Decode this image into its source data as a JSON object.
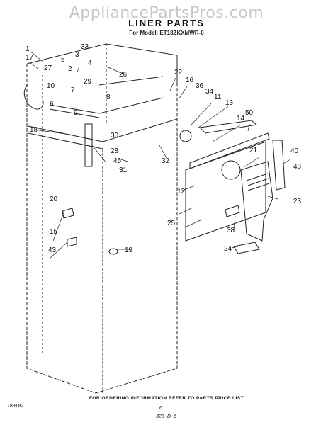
{
  "watermark": "AppliancePartsPros.com",
  "title": "LINER PARTS",
  "model_line": "For Model: ET18ZKXMWR-0",
  "footer": {
    "note": "FOR ORDERING INFORMATION REFER TO PARTS PRICE LIST",
    "code": "789182",
    "page": "6",
    "ref": "323 -D- 6"
  },
  "callouts": [
    "1",
    "17",
    "27",
    "5",
    "33",
    "3",
    "2",
    "4",
    "26",
    "22",
    "16",
    "36",
    "34",
    "11",
    "13",
    "14",
    "50",
    "6",
    "10",
    "7",
    "29",
    "9",
    "8",
    "28",
    "30",
    "45",
    "31",
    "32",
    "18",
    "21",
    "40",
    "48",
    "12",
    "23",
    "20",
    "15",
    "43",
    "19",
    "25",
    "38",
    "24"
  ]
}
